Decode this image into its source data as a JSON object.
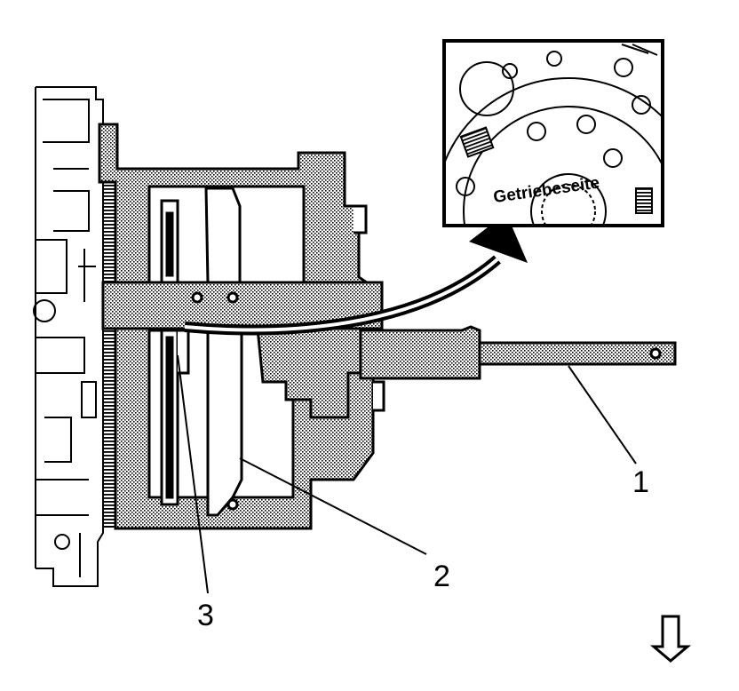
{
  "callouts": {
    "c1": "1",
    "c2": "2",
    "c3": "3"
  },
  "inset": {
    "label": "Getriebeseite"
  },
  "orientation_icon": "down-arrow-icon",
  "colors": {
    "line": "#000000",
    "background": "#ffffff",
    "stipple": "#000000"
  }
}
